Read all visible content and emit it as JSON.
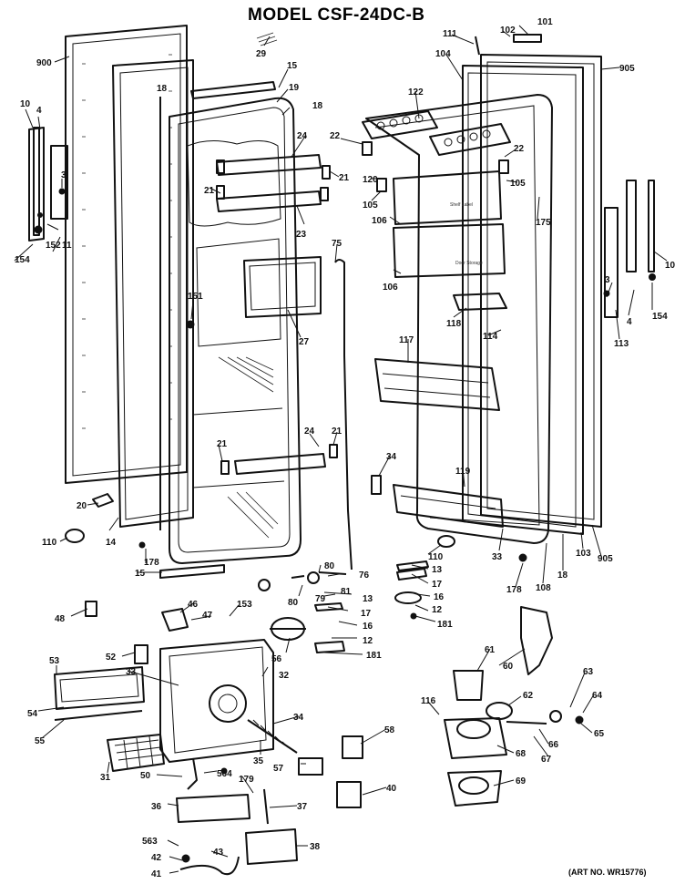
{
  "title": "MODEL CSF-24DC-B",
  "art_no": "(ART NO. WR15776)",
  "shelf_text": [
    "Shelf Label",
    "Door Storage"
  ],
  "callouts": {
    "c900": "900",
    "c10a": "10",
    "c4a": "4",
    "c3a": "3",
    "c152": "152",
    "c11": "11",
    "c154a": "154",
    "c29": "29",
    "c15a": "15",
    "c19": "19",
    "c18a": "18",
    "c18b": "18",
    "c24a": "24",
    "c21a": "21",
    "c21b": "21",
    "c23": "23",
    "c75": "75",
    "c151": "151",
    "c27": "27",
    "c24b": "24",
    "c21c": "21",
    "c21d": "21",
    "c20": "20",
    "c110a": "110",
    "c14": "14",
    "c178a": "178",
    "c15b": "15",
    "c111": "111",
    "c102": "102",
    "c101": "101",
    "c104": "104",
    "c905a": "905",
    "c122": "122",
    "c22a": "22",
    "c22b": "22",
    "c120": "120",
    "c105a": "105",
    "c105b": "105",
    "c175": "175",
    "c106a": "106",
    "c106b": "106",
    "c118": "118",
    "c117": "117",
    "c114": "114",
    "c10b": "10",
    "c3b": "3",
    "c4b": "4",
    "c154b": "154",
    "c113": "113",
    "c34a": "34",
    "c119": "119",
    "c110b": "110",
    "c33a": "33",
    "c178b": "178",
    "c108": "108",
    "c18c": "18",
    "c103": "103",
    "c905b": "905",
    "c80a": "80",
    "c76": "76",
    "c80b": "80",
    "c79": "79",
    "c81": "81",
    "c13a": "13",
    "c17a": "17",
    "c16a": "16",
    "c12a": "12",
    "c181a": "181",
    "c13b": "13",
    "c17b": "17",
    "c16b": "16",
    "c12b": "12",
    "c181b": "181",
    "c48": "48",
    "c46": "46",
    "c47": "47",
    "c153": "153",
    "c52": "52",
    "c53": "53",
    "c33b": "33",
    "c32": "32",
    "c56": "56",
    "c54": "54",
    "c55": "55",
    "c34b": "34",
    "c35": "35",
    "c31": "31",
    "c57": "57",
    "c58": "58",
    "c50": "50",
    "c564": "564",
    "c179": "179",
    "c36": "36",
    "c37": "37",
    "c40": "40",
    "c563": "563",
    "c38": "38",
    "c42": "42",
    "c43": "43",
    "c41": "41",
    "c61": "61",
    "c60": "60",
    "c62": "62",
    "c63": "63",
    "c64": "64",
    "c65": "65",
    "c116": "116",
    "c66": "66",
    "c67": "67",
    "c68": "68",
    "c69": "69"
  }
}
